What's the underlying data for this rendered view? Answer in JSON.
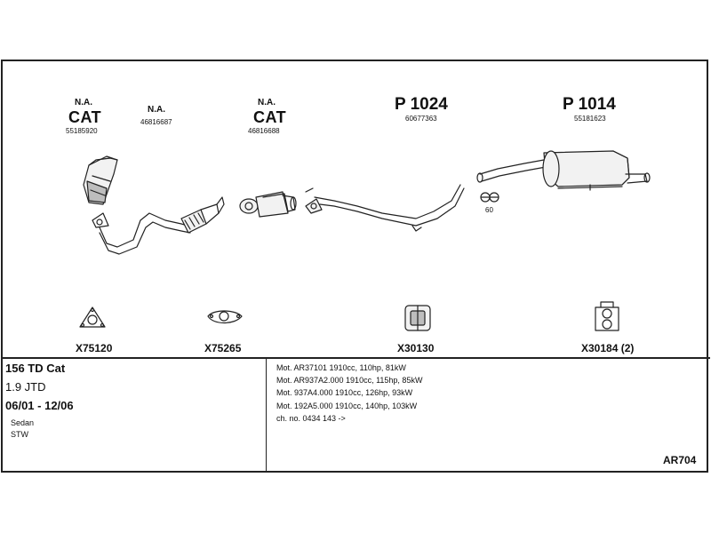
{
  "parts_top": [
    {
      "na": "N.A.",
      "cat": "CAT",
      "number": "55185920"
    },
    {
      "na": "N.A.",
      "number": "46816687"
    },
    {
      "na": "N.A.",
      "cat": "CAT",
      "number": "46816688"
    },
    {
      "big": "P 1024",
      "number": "60677363"
    },
    {
      "big": "P 1014",
      "number": "55181623"
    }
  ],
  "hanger_small": "60",
  "parts_bottom": [
    "X75120",
    "X75265",
    "X30130",
    "X30184 (2)"
  ],
  "vehicle": {
    "model": "156 TD Cat",
    "engine": "1.9 JTD",
    "years": "06/01 - 12/06",
    "body_types": [
      "Sedan",
      "STW"
    ]
  },
  "engine_specs": [
    "Mot. AR37101 1910cc, 110hp, 81kW",
    "Mot. AR937A2.000 1910cc, 115hp, 85kW",
    "Mot. 937A4.000 1910cc, 126hp, 93kW",
    "Mot. 192A5.000 1910cc, 140hp, 103kW",
    "ch. no. 0434 143 ->"
  ],
  "diagram_code": "AR704",
  "colors": {
    "line": "#222222",
    "fill": "#f2f2f2",
    "shade": "#bdbdbd"
  }
}
